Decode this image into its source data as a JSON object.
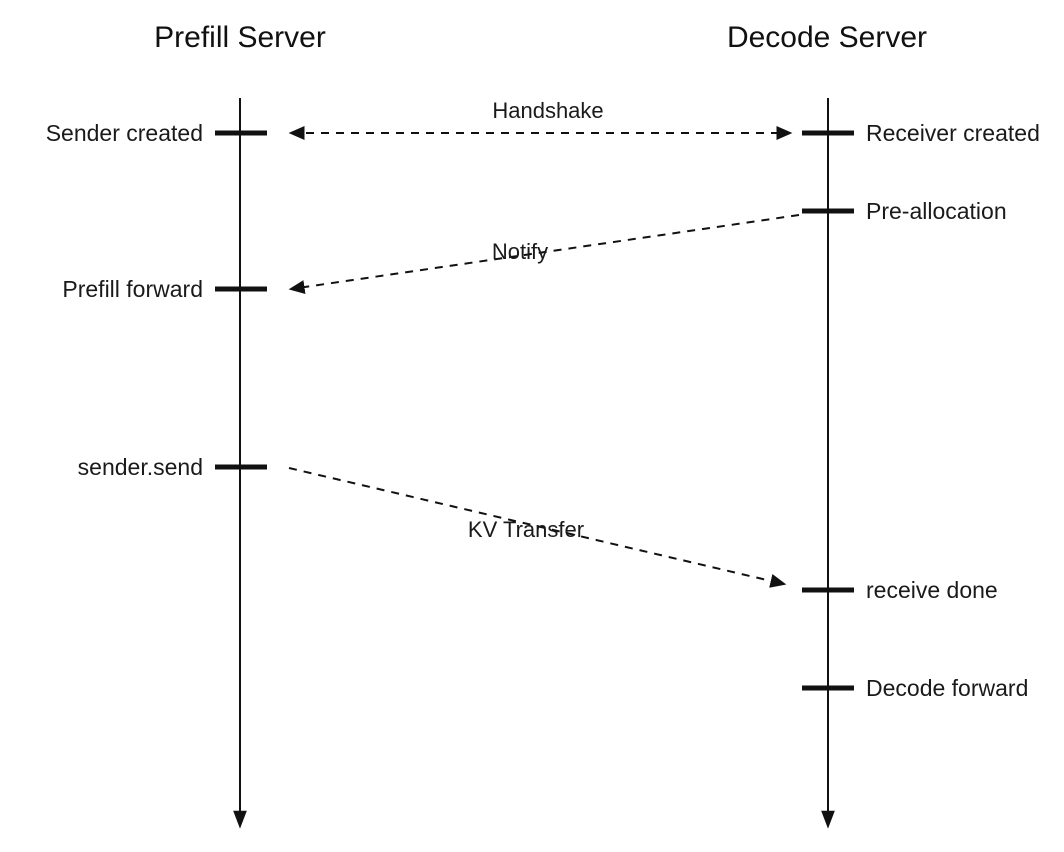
{
  "diagram": {
    "type": "sequence-diagram",
    "lanes": {
      "left_title": "Prefill Server",
      "right_title": "Decode Server"
    },
    "events": {
      "sender_created": "Sender created",
      "receiver_created": "Receiver created",
      "pre_allocation": "Pre-allocation",
      "prefill_forward": "Prefill forward",
      "sender_send": "sender.send",
      "receive_done": "receive done",
      "decode_forward": "Decode forward"
    },
    "messages": {
      "handshake": "Handshake",
      "notify": "Notify",
      "kv_transfer": "KV Transfer"
    },
    "colors": {
      "line": "#111111",
      "text": "#1a1a1a",
      "background": "#ffffff"
    }
  }
}
